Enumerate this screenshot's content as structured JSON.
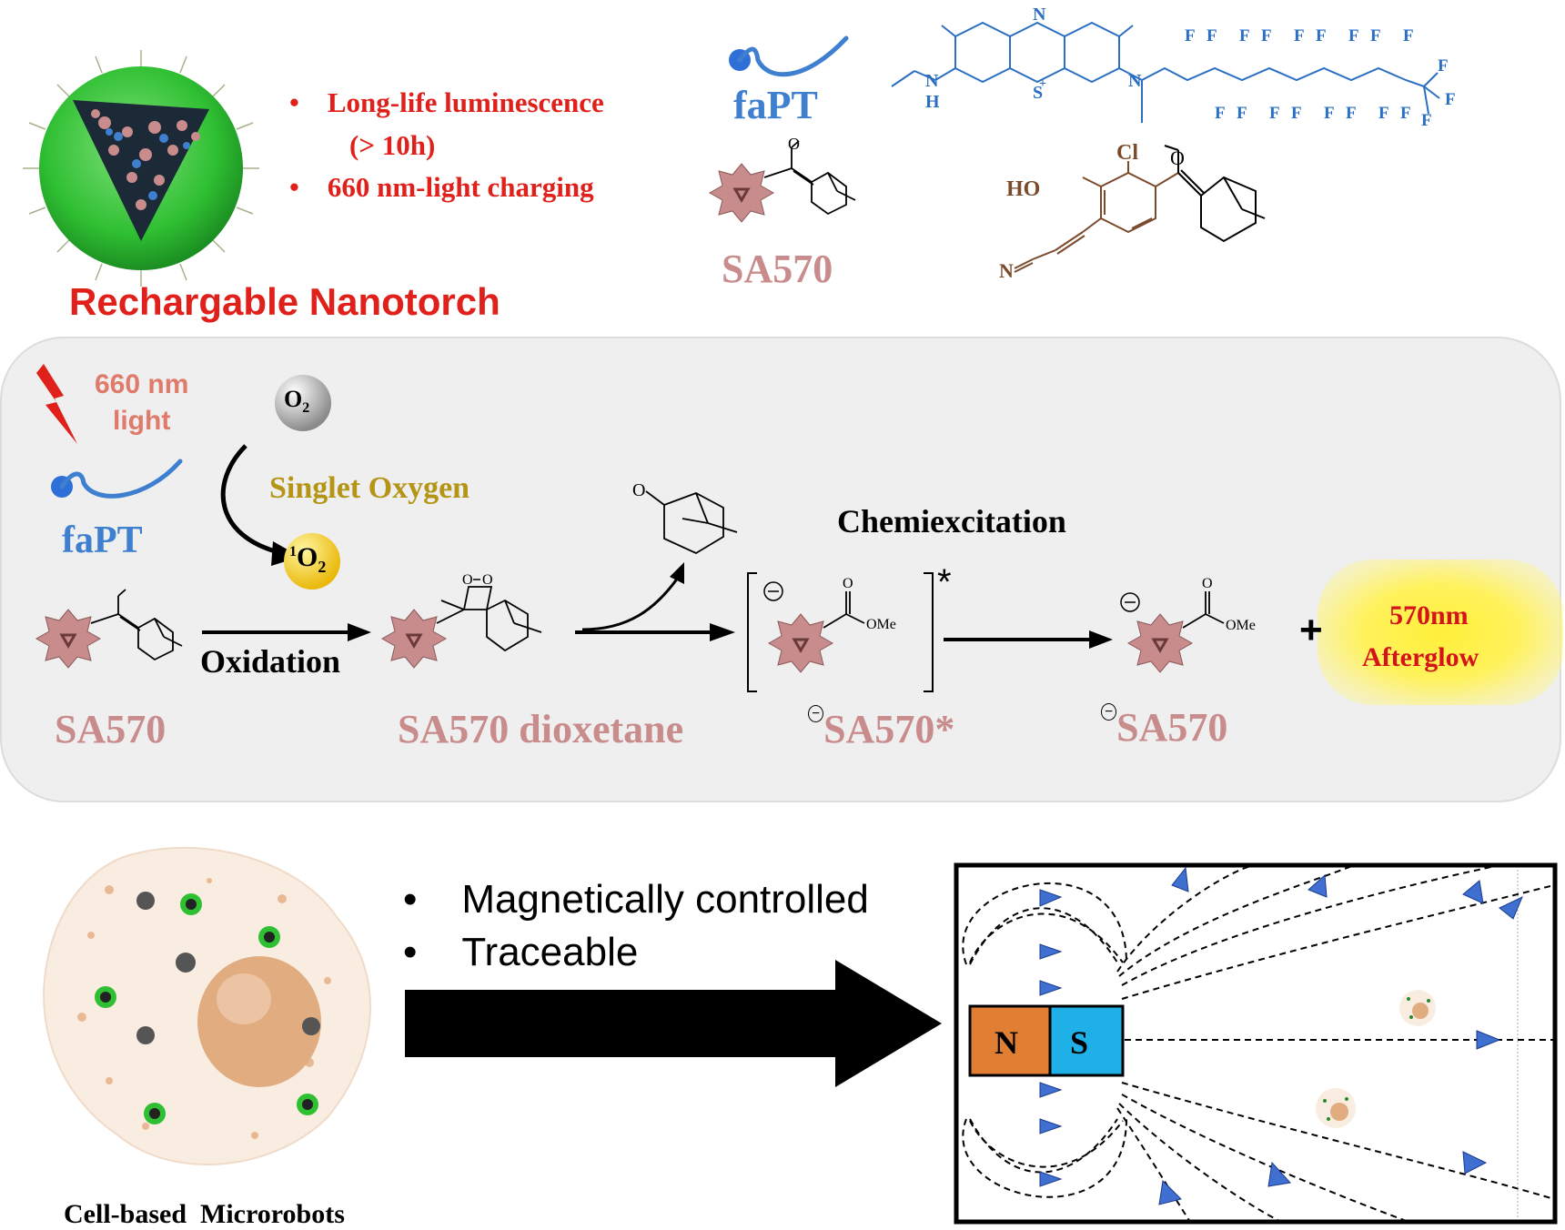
{
  "top": {
    "bullets": [
      "Long-life luminescence",
      "(> 10h)",
      "660 nm-light charging"
    ],
    "title": "Rechargable Nanotorch",
    "fapt_label": "faPT",
    "sa570_label": "SA570",
    "fapt_structure_atoms": {
      "n_top": "N",
      "s_plus": "S",
      "plus": "+",
      "nh": "N",
      "h": "H",
      "n2": "N",
      "f": "F"
    },
    "sa570_structure_atoms": {
      "ho": "HO",
      "cl": "Cl",
      "o": "O",
      "n": "N"
    }
  },
  "mechanism": {
    "light_label_1": "660 nm",
    "light_label_2": "light",
    "fapt_label": "faPT",
    "o2": "O",
    "o2_sub": "2",
    "singlet_oxygen": "Singlet Oxygen",
    "singlet_o2_sup": "1",
    "singlet_o2": "O",
    "singlet_o2_sub": "2",
    "oxidation": "Oxidation",
    "chemiexcitation": "Chemiexcitation",
    "sa570": "SA570",
    "sa570_dioxetane": "SA570 dioxetane",
    "sa570_excited": "SA570*",
    "sa570_anion": "SA570",
    "ome": "OMe",
    "o_atom": "O",
    "star": "*",
    "plus": "+",
    "afterglow_1": "570nm",
    "afterglow_2": "Afterglow",
    "colors": {
      "afterglow": "#ffef3a",
      "arrow": "#000000",
      "panel": "#efefef"
    }
  },
  "bottom": {
    "bullets": [
      "Magnetically controlled",
      "Traceable"
    ],
    "caption": "Cell-based  Microrobots",
    "magnet_n": "N",
    "magnet_s": "S",
    "colors": {
      "magnet_n": "#e07f33",
      "magnet_s": "#1fb0e8",
      "field_arrow": "#3f6fd0"
    }
  }
}
